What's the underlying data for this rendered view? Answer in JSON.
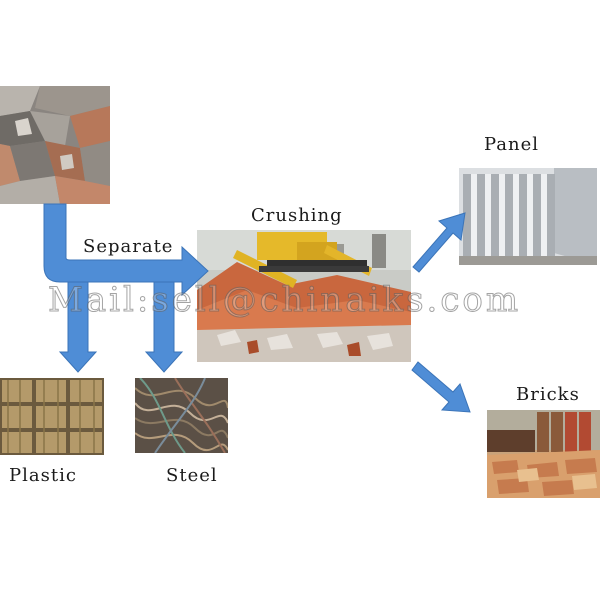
{
  "labels": {
    "separate": "Separate",
    "crushing": "Crushing",
    "panel": "Panel",
    "bricks": "Bricks",
    "plastic": "Plastic",
    "steel": "Steel"
  },
  "watermark": "Mail:sell@chinaiks.com",
  "colors": {
    "arrow": "#4f8dd6",
    "arrow_edge": "#3b74b8",
    "text": "#1a1a1a"
  }
}
